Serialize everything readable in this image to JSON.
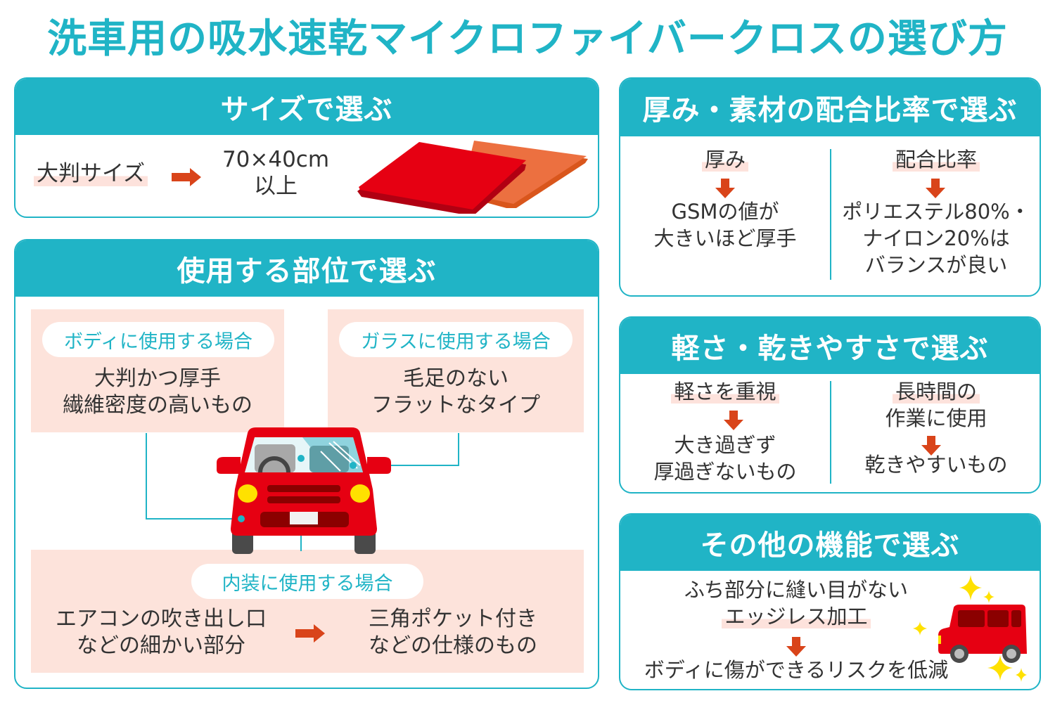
{
  "title": "洗車用の吸水速乾マイクロファイバークロスの選び方",
  "colors": {
    "accent": "#20b4c6",
    "highlight": "#fde3db",
    "arrow": "#d9441a",
    "car_red": "#e60012",
    "cloth_orange": "#ec7040",
    "sparkle": "#ffe100"
  },
  "size_card": {
    "header": "サイズで選ぶ",
    "label": "大判サイズ",
    "arrow_icon": "arrow-right-icon",
    "value_line1": "70×40cm",
    "value_line2": "以上",
    "illustration": "microfiber-cloth-illustration"
  },
  "location_card": {
    "header": "使用する部位で選ぶ",
    "body": {
      "pill": "ボディに使用する場合",
      "line1": "大判かつ厚手",
      "line2": "繊維密度の高いもの"
    },
    "glass": {
      "pill": "ガラスに使用する場合",
      "line1": "毛足のない",
      "line2": "フラットなタイプ"
    },
    "interior": {
      "pill": "内装に使用する場合",
      "from_line1": "エアコンの吹き出し口",
      "from_line2": "などの細かい部分",
      "to_line1": "三角ポケット付き",
      "to_line2": "などの仕様のもの"
    },
    "illustration": "car-front-illustration"
  },
  "thickness_card": {
    "header": "厚み・素材の配合比率で選ぶ",
    "left": {
      "label": "厚み",
      "line1": "GSMの値が",
      "line2": "大きいほど厚手"
    },
    "right": {
      "label": "配合比率",
      "line1": "ポリエステル80%・",
      "line2": "ナイロン20%は",
      "line3": "バランスが良い"
    }
  },
  "lightness_card": {
    "header": "軽さ・乾きやすさで選ぶ",
    "left": {
      "label": "軽さを重視",
      "line1": "大き過ぎず",
      "line2": "厚過ぎないもの"
    },
    "right": {
      "label_line1": "長時間の",
      "label_line2": "作業に使用",
      "result": "乾きやすいもの"
    }
  },
  "other_card": {
    "header": "その他の機能で選ぶ",
    "line1": "ふち部分に縫い目がない",
    "label": "エッジレス加工",
    "result": "ボディに傷ができるリスクを低減",
    "illustration": "minivan-sparkle-illustration"
  }
}
